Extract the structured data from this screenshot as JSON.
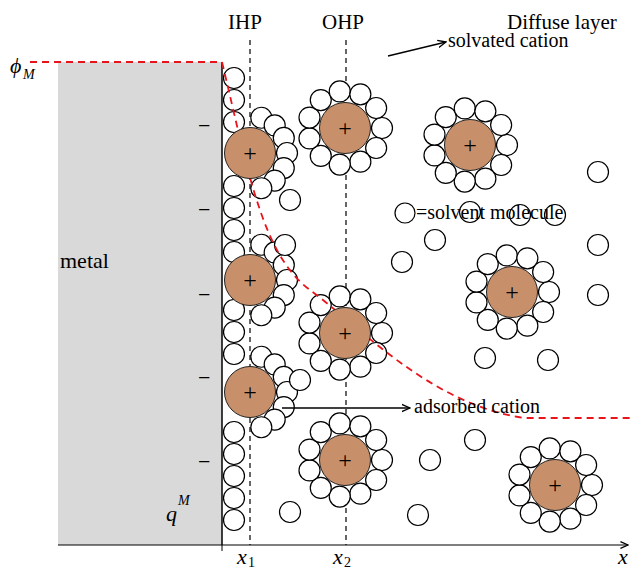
{
  "diagram": {
    "nodes": [
      {
        "text": [
          "metal"
        ]
      },
      {
        "text": [
          "+"
        ]
      },
      {
        "text": [
          "+"
        ]
      },
      {
        "text": [
          "+"
        ]
      },
      {
        "text": [
          "+"
        ]
      },
      {
        "text": [
          "+"
        ]
      },
      {
        "text": [
          "+"
        ]
      },
      {
        "text": [
          "+"
        ]
      },
      {
        "text": [
          "+"
        ]
      },
      {
        "text": [
          "+"
        ]
      }
    ],
    "labels": [
      "IHP",
      "OHP",
      "Diffuse layer",
      "ϕ",
      "M",
      "solvated cation",
      "−",
      "−",
      "−",
      "−",
      "−",
      "adsorbed cation",
      "q",
      "M",
      "x",
      "1",
      "x",
      "2",
      "x"
    ],
    "legend": [
      {
        "text": "=solvent molecule"
      }
    ]
  }
}
